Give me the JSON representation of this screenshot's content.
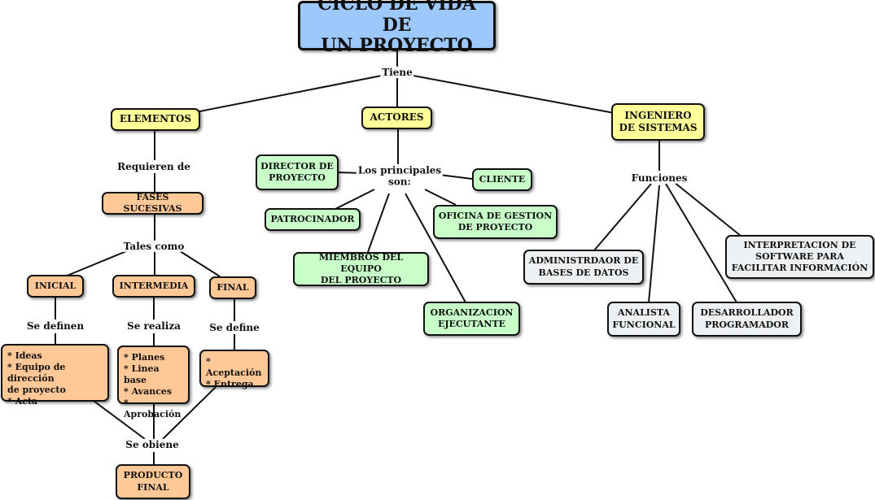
{
  "title": "CICLO DE VIDA DE\nUN PROYECTO",
  "connectors": {
    "tiene": "Tiene",
    "requieren_de": "Requieren de",
    "tales_como": "Tales como",
    "se_definen": "Se definen",
    "se_realiza": "Se realiza",
    "se_define": "Se define",
    "se_obtiene": "Se obiene",
    "los_principales": "Los principales\nson:",
    "funciones": "Funciones"
  },
  "elementos": {
    "label": "ELEMENTOS",
    "fases": "FASES SUCESIVAS",
    "inicial": {
      "label": "INICIAL",
      "items": "* Ideas\n* Equipo de dirección\n   de proyecto\n* Acta"
    },
    "intermedia": {
      "label": "INTERMEDIA",
      "items": "* Planes\n* Linea base\n* Avances\n* Aprobación"
    },
    "final": {
      "label": "FINAL",
      "items": "* Aceptación\n* Entrega"
    },
    "producto_final": "PRODUCTO\nFINAL"
  },
  "actores": {
    "label": "ACTORES",
    "director": "DIRECTOR DE\nPROYECTO",
    "cliente": "CLIENTE",
    "patrocinador": "PATROCINADOR",
    "oficina": "OFICINA DE GESTION\nDE PROYECTO",
    "miembros": "MIEMBROS DEL EQUIPO\nDEL PROYECTO",
    "organizacion": "ORGANIZACION\nEJECUTANTE"
  },
  "ingeniero": {
    "label": "INGENIERO\nDE SISTEMAS",
    "administrador": "ADMINISTRDAOR DE\nBASES DE DATOS",
    "analista": "ANALISTA\nFUNCIONAL",
    "desarrollador": "DESARROLLADOR\nPROGRAMADOR",
    "interpretacion": "INTERPRETACION DE\nSOFTWARE PARA\nFACILITAR INFORMACIÓN"
  },
  "colors": {
    "title": "#9cc8fb",
    "category": "#ffff99",
    "phase": "#ffc896",
    "actor": "#c8ffc8",
    "role": "#eef1f3",
    "line": "#111111"
  }
}
